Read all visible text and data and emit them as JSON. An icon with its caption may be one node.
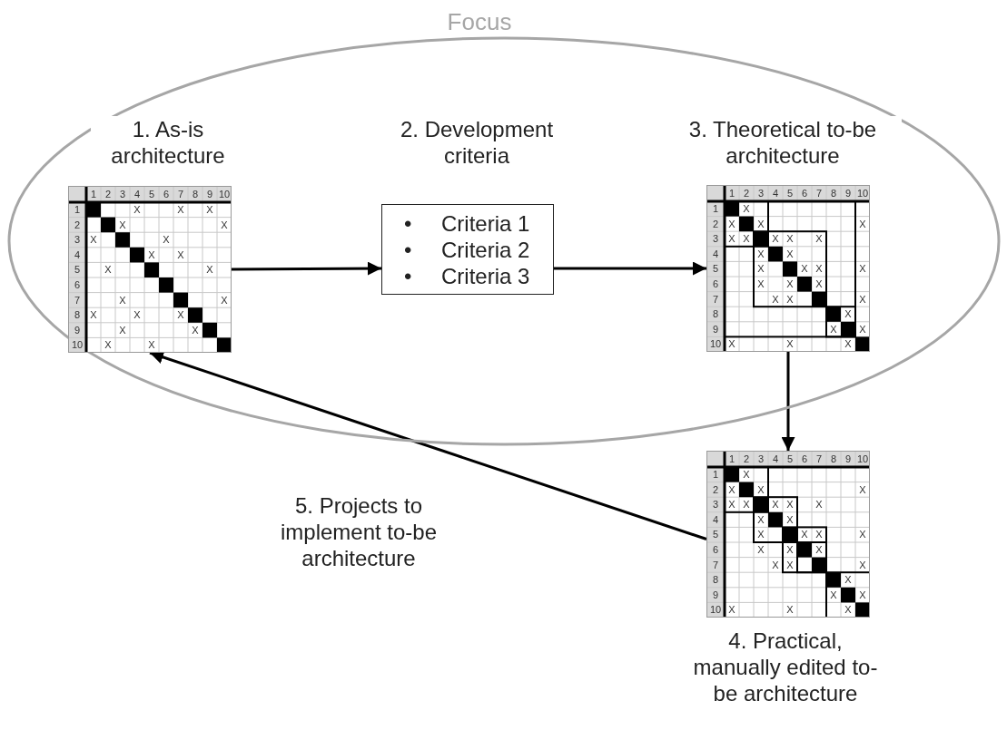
{
  "diagram": {
    "nodes": [
      {
        "text": [
          "Focus"
        ]
      },
      {
        "text": [
          "1. As-is architecture"
        ],
        "in": 0
      },
      {
        "text": [
          "2. Development criteria",
          "Criteria 1",
          "Criteria 2",
          "Criteria 3"
        ],
        "in": 0
      },
      {
        "text": [
          "3. Theoretical to-be architecture"
        ],
        "in": 0
      },
      {
        "text": [
          "4. Practical, manually edited to-be architecture"
        ]
      }
    ],
    "edges": [
      {
        "from": 1,
        "to": 2,
        "arrow": "to"
      },
      {
        "from": 2,
        "to": 3,
        "arrow": "to"
      },
      {
        "from": 3,
        "to": 4,
        "arrow": "to"
      },
      {
        "from": 4,
        "to": 1,
        "arrow": "to",
        "label": "5. Projects to implement to-be architecture"
      }
    ],
    "labels": [
      "1",
      "2",
      "3",
      "4",
      "5",
      "6",
      "7",
      "8",
      "9",
      "10",
      "1",
      "X",
      "X",
      "X",
      "2",
      "X",
      "X",
      "3",
      "X",
      "X",
      "4",
      "X",
      "X",
      "5",
      "X",
      "X",
      "6",
      "7",
      "X",
      "X",
      "8",
      "X",
      "X",
      "X",
      "9",
      "X",
      "X",
      "10",
      "X",
      "X",
      "1",
      "2",
      "3",
      "4",
      "5",
      "6",
      "7",
      "8",
      "9",
      "10",
      "1",
      "X",
      "2",
      "X",
      "X",
      "X",
      "3",
      "X",
      "X",
      "X",
      "X",
      "X",
      "4",
      "X",
      "X",
      "5",
      "X",
      "X",
      "X",
      "X",
      "6",
      "X",
      "X",
      "X",
      "7",
      "X",
      "X",
      "X",
      "8",
      "X",
      "9",
      "X",
      "X",
      "10",
      "X",
      "X",
      "X",
      "1",
      "2",
      "3",
      "4",
      "5",
      "6",
      "7",
      "8",
      "9",
      "10",
      "1",
      "X",
      "2",
      "X",
      "X",
      "X",
      "3",
      "X",
      "X",
      "X",
      "X",
      "X",
      "4",
      "X",
      "X",
      "5",
      "X",
      "X",
      "X",
      "X",
      "6",
      "X",
      "X",
      "X",
      "7",
      "X",
      "X",
      "X",
      "8",
      "X",
      "9",
      "X",
      "X",
      "10",
      "X",
      "X",
      "X",
      "•",
      "•",
      "•"
    ]
  }
}
